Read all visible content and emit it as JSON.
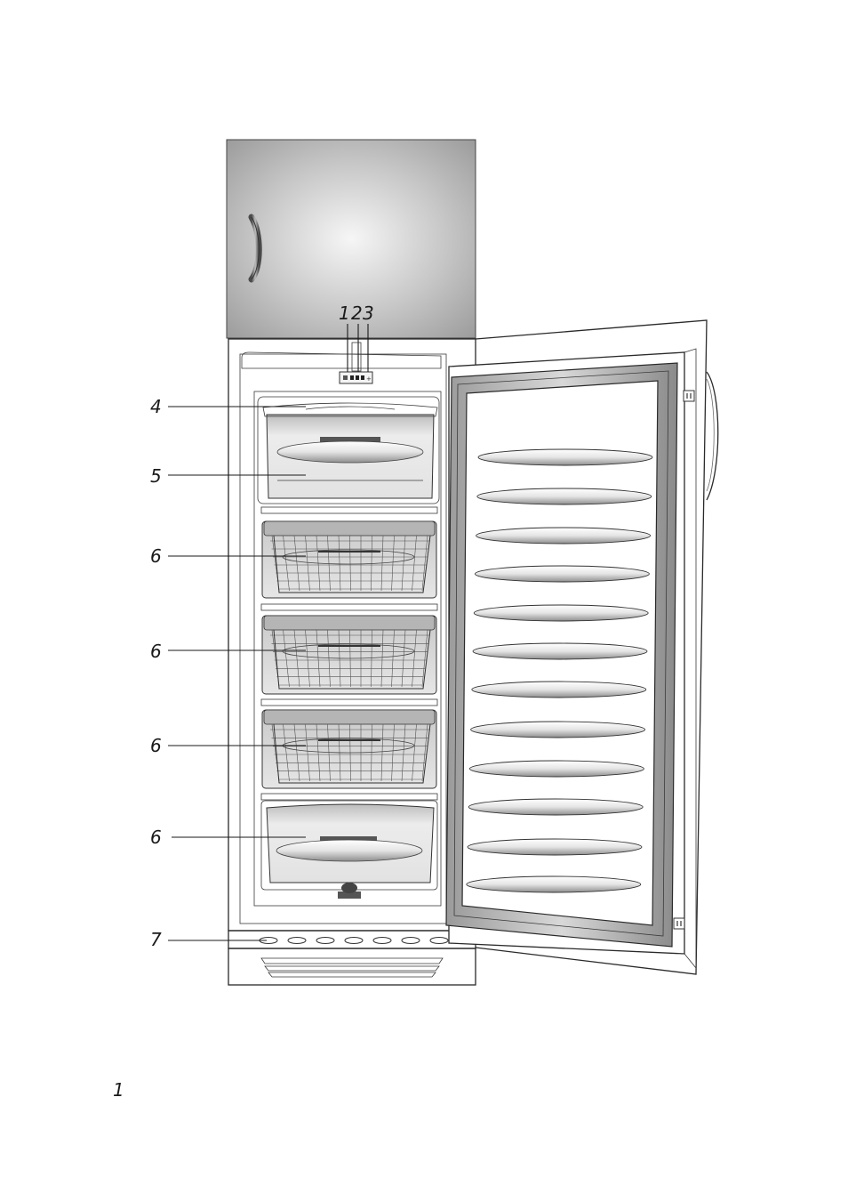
{
  "callouts": {
    "top": [
      "1",
      "2",
      "3"
    ],
    "left": [
      {
        "label": "4",
        "part": "top-compartment-lid"
      },
      {
        "label": "5",
        "part": "top-compartment"
      },
      {
        "label": "6",
        "part": "basket"
      },
      {
        "label": "6",
        "part": "basket"
      },
      {
        "label": "6",
        "part": "basket"
      },
      {
        "label": "6",
        "part": "bottom-drawer"
      },
      {
        "label": "7",
        "part": "plinth-vents"
      }
    ]
  },
  "page_number": "1",
  "colors": {
    "line": "#2a2a2a",
    "door_shadow": "#7a7a7a",
    "top_panel_center": "#f4f4f4",
    "top_panel_edge": "#9a9a9a",
    "compartment_fill": "#d6d6d6"
  }
}
